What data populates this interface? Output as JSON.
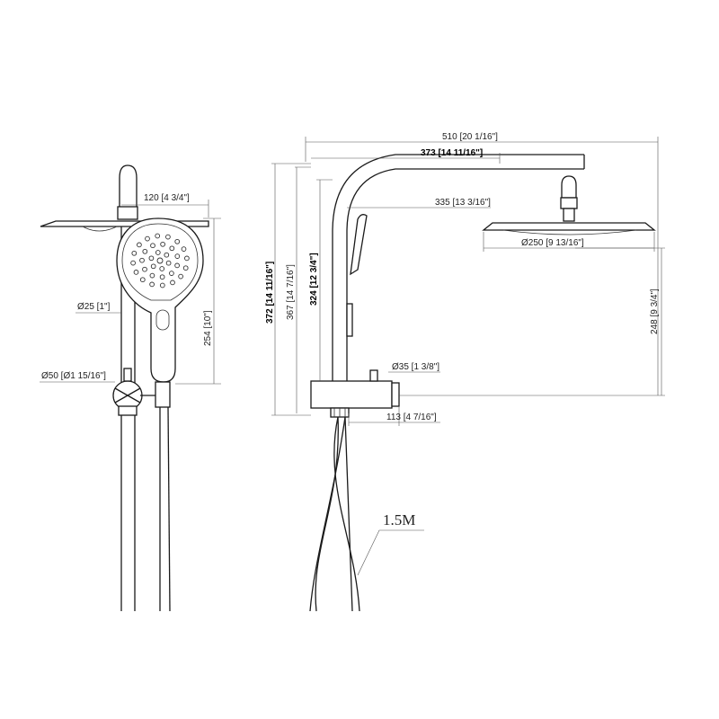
{
  "dimensions": {
    "width_overall": "510 [20 1/16\"]",
    "arm_length": "373 [14 11/16\"]",
    "arm_to_head": "335 [13 3/16\"]",
    "head_diameter": "Ø250 [9 13/16\"]",
    "head_drop": "248 [9 3/4\"]",
    "handset_width": "120 [4 3/4\"]",
    "handset_length": "254 [10\"]",
    "rail_diameter": "Ø25 [1\"]",
    "diverter_diameter": "Ø50 [Ø1 15/16\"]",
    "outlet_diameter": "Ø35 [1 3/8\"]",
    "outlet_projection": "113 [4 7/16\"]",
    "height_total": "372 [14 11/16\"]",
    "height_mid": "367 [14 7/16\"]",
    "height_rail": "324 [12 3/4\"]",
    "hose_length": "1.5M"
  },
  "colors": {
    "line": "#1a1a1a",
    "dimension": "#555555",
    "background": "#ffffff"
  }
}
